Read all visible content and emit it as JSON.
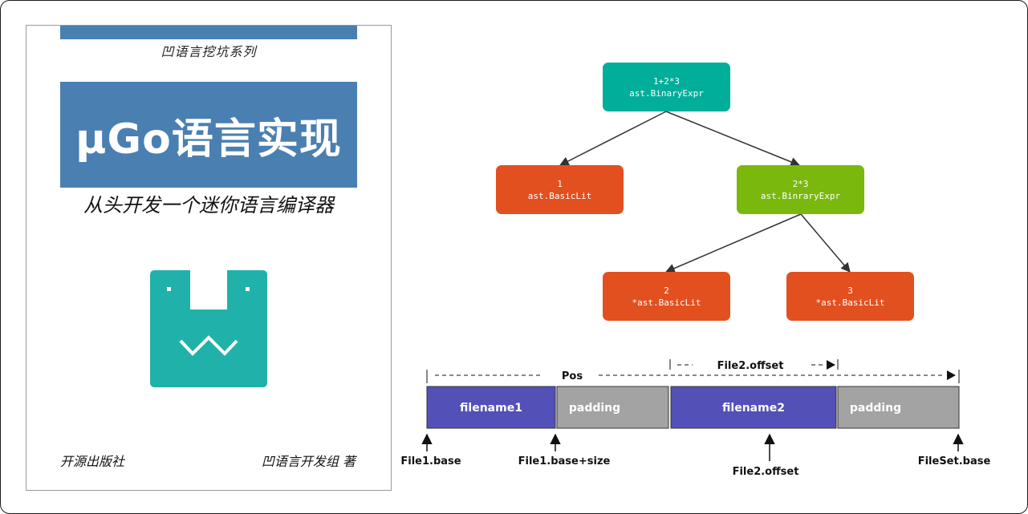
{
  "cover": {
    "series": "凹语言挖坑系列",
    "title": "μGo语言实现",
    "subtitle": "从头开发一个迷你语言编译器",
    "publisher": "开源出版社",
    "author": "凹语言开发组 著",
    "accent_color": "#4a7fb1",
    "logo_color": "#20b2aa"
  },
  "ast": {
    "root": {
      "line1": "1+2*3",
      "line2": "ast.BinaryExpr",
      "color": "#00ae9a"
    },
    "left": {
      "line1": "1",
      "line2": "ast.BasicLit",
      "color": "#e2501f"
    },
    "right": {
      "line1": "2*3",
      "line2": "ast.BinraryExpr",
      "color": "#7ab80e"
    },
    "rl": {
      "line1": "2",
      "line2": "*ast.BasicLit",
      "color": "#e2501f"
    },
    "rr": {
      "line1": "3",
      "line2": "*ast.BasicLit",
      "color": "#e2501f"
    }
  },
  "fileset": {
    "pos_label": "Pos",
    "file2_offset_top": "File2.offset",
    "seg1": "filename1",
    "seg2": "padding",
    "seg3": "filename2",
    "seg4": "padding",
    "file_color": "#5350b8",
    "padding_color": "#a3a3a3",
    "file1_base": "File1.base",
    "file1_base_size": "File1.base+size",
    "file2_offset": "File2.offset",
    "fileset_base": "FileSet.base"
  }
}
